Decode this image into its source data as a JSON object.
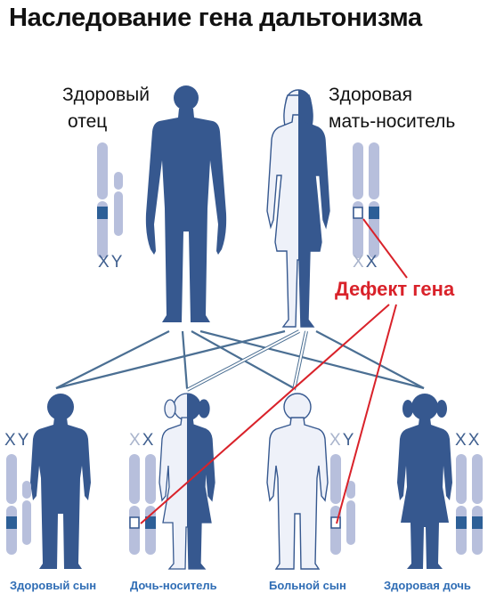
{
  "title": "Наследование гена дальтонизма",
  "parents": {
    "father": {
      "label_line1": "Здоровый",
      "label_line2": "отец",
      "chromosomes": {
        "first": "X",
        "second": "Y"
      }
    },
    "mother": {
      "label_line1": "Здоровая",
      "label_line2": "мать-носитель",
      "chromosomes": {
        "first": "X",
        "second": "X"
      }
    }
  },
  "defect_label": "Дефект гена",
  "children": [
    {
      "label": "Здоровый сын",
      "first": "X",
      "second": "Y"
    },
    {
      "label": "Дочь-носитель",
      "first": "X",
      "second": "X"
    },
    {
      "label": "Больной сын",
      "first": "X",
      "second": "Y"
    },
    {
      "label": "Здоровая дочь",
      "first": "X",
      "second": "X"
    }
  ],
  "colors": {
    "healthy": "#36588f",
    "carrier_light": "#eef1f9",
    "chromosome": "#b7bfdc",
    "band": "#2d5f97",
    "defect": "#d9222a",
    "lines": "#4b6f93"
  }
}
